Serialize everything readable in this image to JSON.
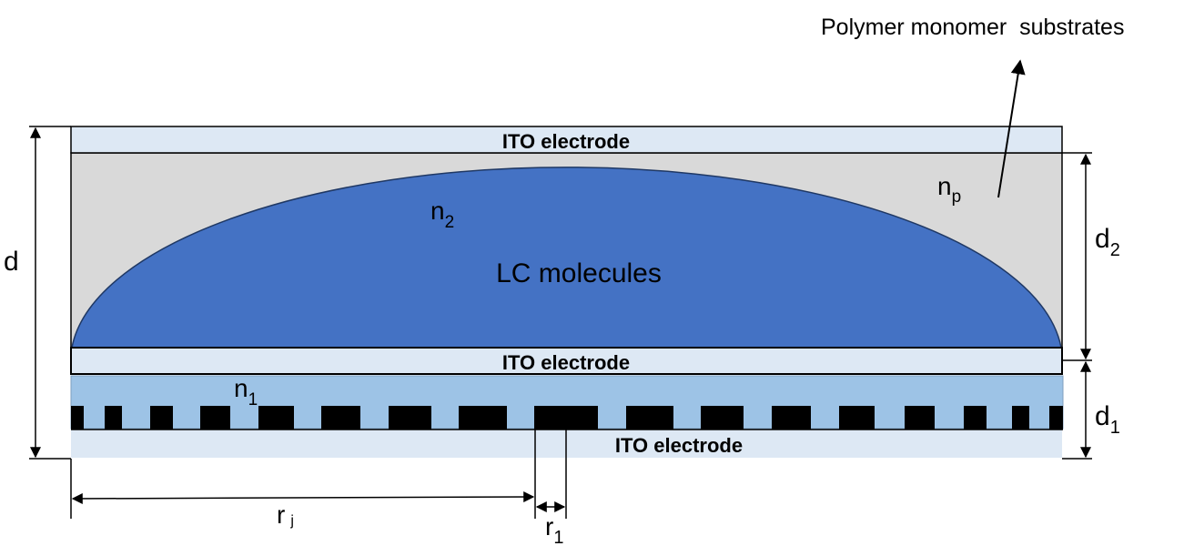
{
  "labels": {
    "polymer_monomer": "Polymer monomer  substrates",
    "ito_top": "ITO electrode",
    "ito_middle": "ITO electrode",
    "ito_bottom": "ITO electrode",
    "lc_molecules": "LC molecules",
    "n2": {
      "base": "n",
      "sub": "2"
    },
    "np": {
      "base": "n",
      "sub": "p"
    },
    "n1": {
      "base": "n",
      "sub": "1"
    },
    "d": "d",
    "d2": {
      "base": "d",
      "sub": "2"
    },
    "d1": {
      "base": "d",
      "sub": "1"
    },
    "rj": {
      "base": "r",
      "sub": "j"
    },
    "r1": {
      "base": "r",
      "sub": "1"
    }
  },
  "colors": {
    "ito": "#dde8f4",
    "polymer": "#d9d9d9",
    "lc": "#4472c4",
    "fresnel_layer": "#9dc3e6",
    "fresnel_blocks": "#000000"
  }
}
